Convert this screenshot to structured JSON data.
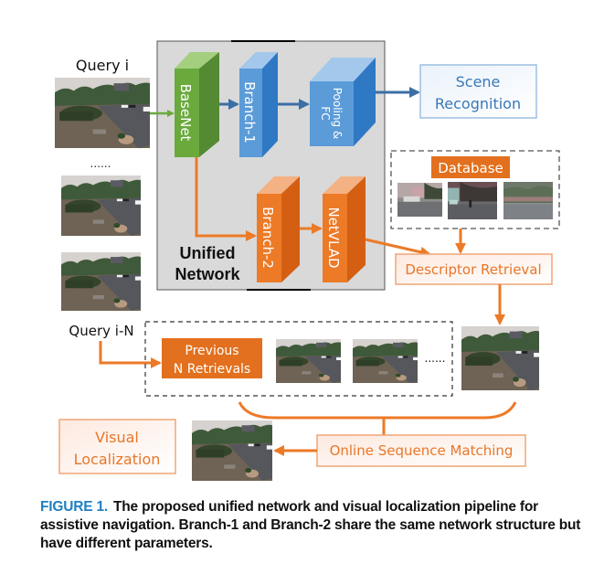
{
  "figure": {
    "query_top_label": "Query i",
    "query_bottom_label": "Query i-N",
    "ellipsis": "......",
    "unified_network_label_line1": "Unified",
    "unified_network_label_line2": "Network",
    "blocks": {
      "basenet": "BaseNet",
      "branch1": "Branch-1",
      "pooling_line1": "Pooling &",
      "pooling_line2": "FC",
      "branch2": "Branch-2",
      "netvlad": "NetVLAD"
    },
    "scene_recognition_line1": "Scene",
    "scene_recognition_line2": "Recognition",
    "database_label": "Database",
    "descriptor_retrieval": "Descriptor Retrieval",
    "previous_line1": "Previous",
    "previous_line2": "N Retrievals",
    "sequence_ellipsis": "......",
    "online_sequence_matching": "Online Sequence Matching",
    "visual_localization_line1": "Visual",
    "visual_localization_line2": "Localization",
    "colors": {
      "green": "#6aaa3c",
      "blue": "#4a90d2",
      "orange": "#ec7a27",
      "gray_panel": "#d9d9d9",
      "arrow_blue": "#3b6fa5",
      "text_orange": "#e8772a",
      "text_blue": "#3a78b5"
    }
  },
  "caption": {
    "label": "FIGURE 1.",
    "text": "The proposed unified network and visual localization pipeline for assistive navigation. Branch-1 and Branch-2 share the same network structure but have different parameters."
  }
}
